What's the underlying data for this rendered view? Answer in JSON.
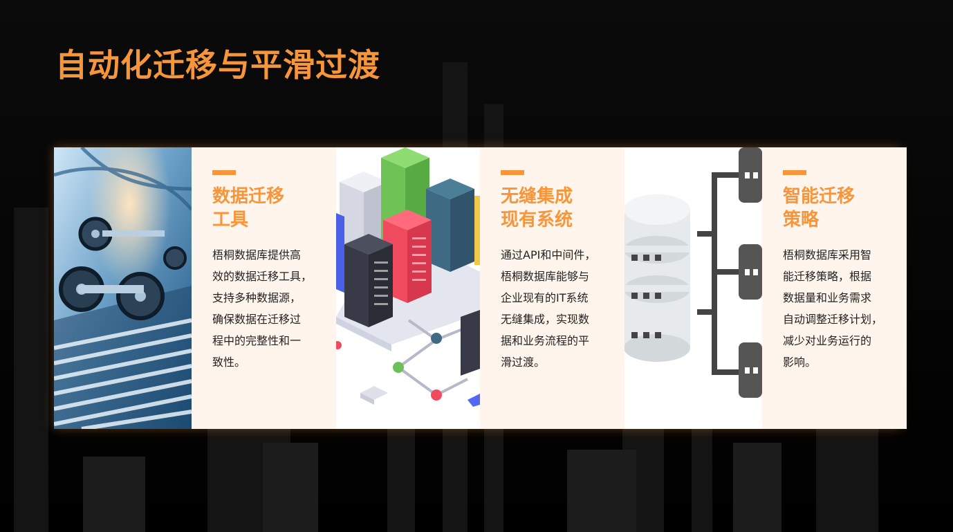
{
  "slide": {
    "title": "自动化迁移与平滑过渡"
  },
  "colors": {
    "accent": "#f7953a",
    "panel_bg": "#fff5ec",
    "background": "#050505"
  },
  "features": [
    {
      "title_line1": "数据迁移",
      "title_line2": "工具",
      "lines": [
        "梧桐数据库提供高",
        "效的数据迁移工具，",
        "支持多种数据源，",
        "确保数据在迁移过",
        "程中的完整性和一",
        "致性。"
      ],
      "image_icon": "industrial-machine-photo"
    },
    {
      "title_line1": "无缝集成",
      "title_line2": "现有系统",
      "lines": [
        "通过API和中间件，",
        "梧桐数据库能够与",
        "企业现有的IT系统",
        "无缝集成，实现数",
        "据和业务流程的平",
        "滑过渡。"
      ],
      "image_icon": "isometric-server-city"
    },
    {
      "title_line1": "智能迁移",
      "title_line2": "策略",
      "lines": [
        "梧桐数据库采用智",
        "能迁移策略，根据",
        "数据量和业务需求",
        "自动调整迁移计划，",
        "减少对业务运行的",
        "影响。"
      ],
      "image_icon": "database-network-icon"
    }
  ]
}
